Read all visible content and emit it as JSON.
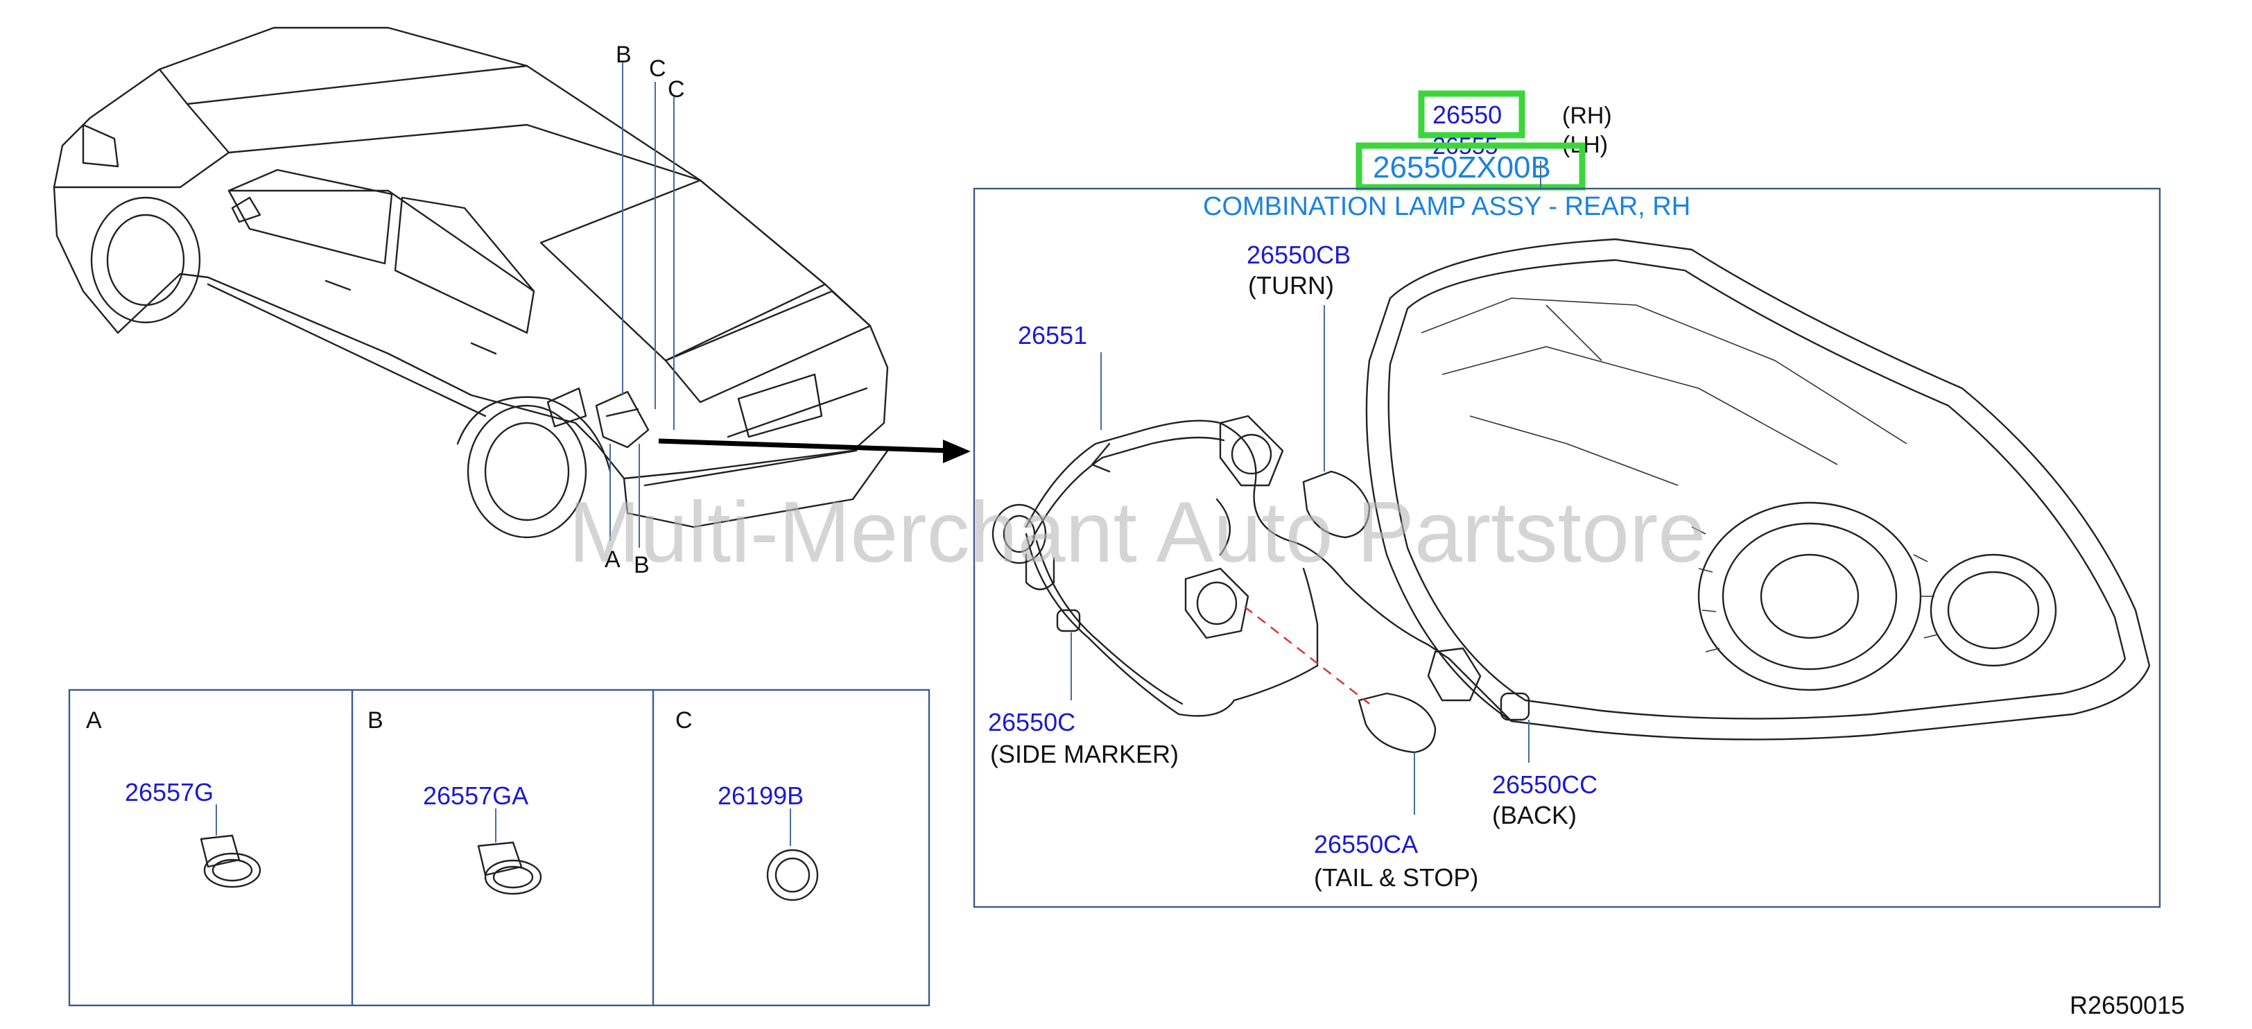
{
  "diagram": {
    "car_callouts": {
      "b_top": "B",
      "c1": "C",
      "c2": "C",
      "a_bottom": "A",
      "b_bottom": "B"
    },
    "header": {
      "part_rh": "26550",
      "side_rh": "(RH)",
      "part_lh": "26555",
      "side_lh": "(LH)",
      "part_selected": "26550ZX00B",
      "assembly_name": "COMBINATION LAMP ASSY - REAR, RH"
    },
    "lamp_parts": [
      {
        "number": "26550CB",
        "desc": "(TURN)"
      },
      {
        "number": "26551",
        "desc": ""
      },
      {
        "number": "26550C",
        "desc": "(SIDE   MARKER)"
      },
      {
        "number": "26550CC",
        "desc": "(BACK)"
      },
      {
        "number": "26550CA",
        "desc": "(TAIL  &  STOP)"
      }
    ],
    "detail_boxes": [
      {
        "letter": "A",
        "number": "26557G"
      },
      {
        "letter": "B",
        "number": "26557GA"
      },
      {
        "letter": "C",
        "number": "26199B"
      }
    ],
    "watermark": "Multi-Merchant Auto Partstore",
    "drawing_id": "R2650015"
  }
}
